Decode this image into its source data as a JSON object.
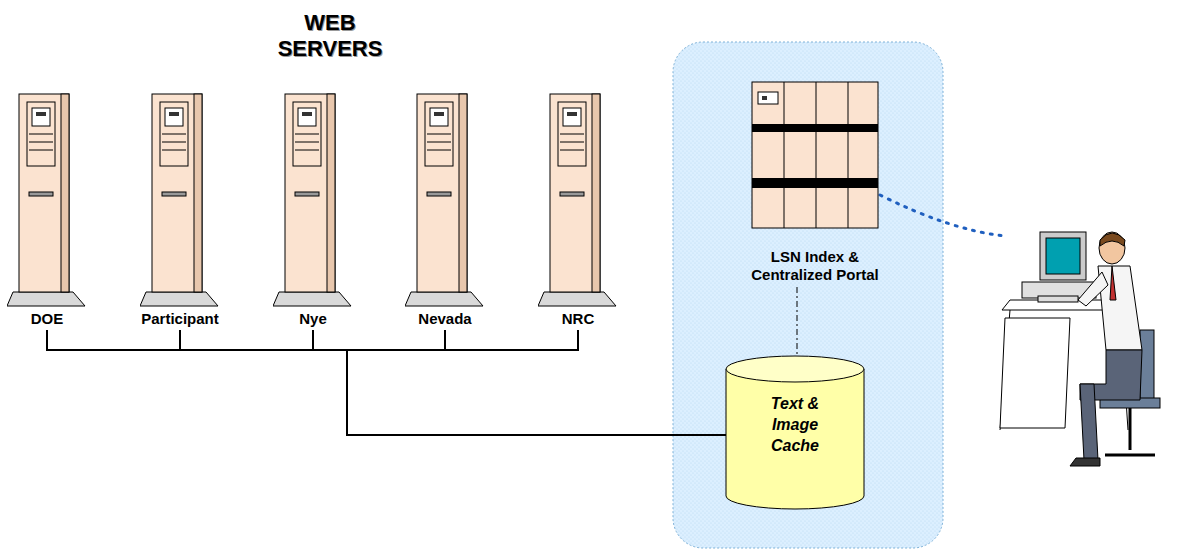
{
  "diagram": {
    "title": "WEB SERVERS",
    "nodes": [
      {
        "text": [
          "DOE"
        ]
      },
      {
        "text": [
          "Participant"
        ]
      },
      {
        "text": [
          "Nye"
        ]
      },
      {
        "text": [
          "Nevada"
        ]
      },
      {
        "text": [
          "NRC"
        ]
      },
      {
        "text": [
          "LSN Index & Centralized Portal"
        ]
      },
      {
        "text": [
          "Text & Image Cache"
        ]
      }
    ],
    "edges": [
      {
        "from": 0,
        "to": 6,
        "arrow": "none"
      },
      {
        "from": 1,
        "to": 6,
        "arrow": "none"
      },
      {
        "from": 2,
        "to": 6,
        "arrow": "none"
      },
      {
        "from": 3,
        "to": 6,
        "arrow": "none"
      },
      {
        "from": 4,
        "to": 6,
        "arrow": "none"
      },
      {
        "from": 5,
        "to": 6,
        "arrow": "none"
      }
    ]
  }
}
